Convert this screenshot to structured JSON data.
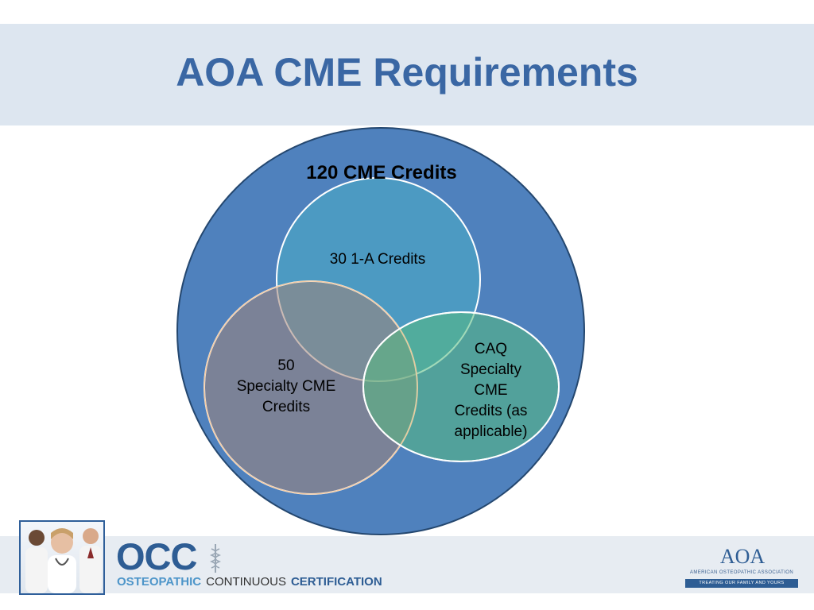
{
  "slide": {
    "title": "AOA CME Requirements"
  },
  "venn": {
    "outer_label": "120 CME Credits",
    "top_label": "30 1-A Credits",
    "left_label_lines": [
      "50",
      "Specialty CME",
      "Credits"
    ],
    "right_label_lines": [
      "CAQ",
      "Specialty",
      "CME",
      "Credits (as",
      "applicable)"
    ],
    "colors": {
      "outer": "#4f81bd",
      "top": "#4b9cc2",
      "left": "#a08379",
      "right": "#56bb7f",
      "outline": "#ffffff",
      "title": "#3a67a4",
      "title_band": "#dde6f0"
    }
  },
  "footer": {
    "occ": {
      "logo_text": "OCC",
      "tagline_1": "OSTEOPATHIC",
      "tagline_2": "CONTINUOUS",
      "tagline_3": "CERTIFICATION"
    },
    "aoa": {
      "mark": "AOA",
      "name": "AMERICAN OSTEOPATHIC ASSOCIATION",
      "slogan": "TREATING OUR FAMILY AND YOURS"
    }
  }
}
